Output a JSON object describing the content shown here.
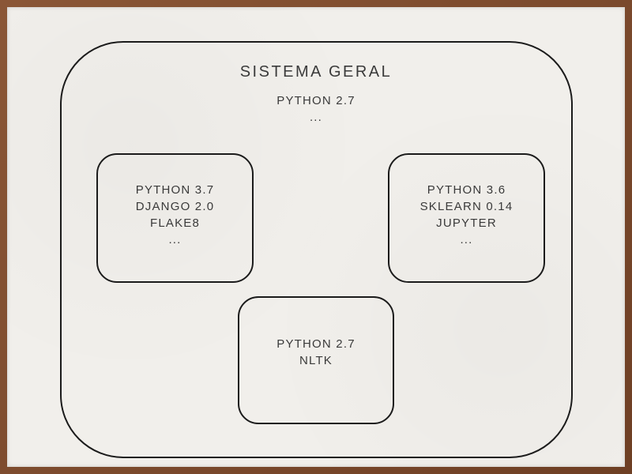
{
  "diagram": {
    "title": "SISTEMA GERAL",
    "outer_lines": [
      "PYTHON 2.7",
      "..."
    ],
    "env_left": [
      "PYTHON 3.7",
      "DJANGO 2.0",
      "FLAKE8",
      "..."
    ],
    "env_right": [
      "PYTHON 3.6",
      "SKLEARN 0.14",
      "JUPYTER",
      "..."
    ],
    "env_bottom": [
      "PYTHON 2.7",
      "NLTK"
    ]
  },
  "colors": {
    "frame": "#7a4a2c",
    "paper": "#f1efeb",
    "stroke": "#1b1b1b",
    "text": "#3a3a3a"
  }
}
